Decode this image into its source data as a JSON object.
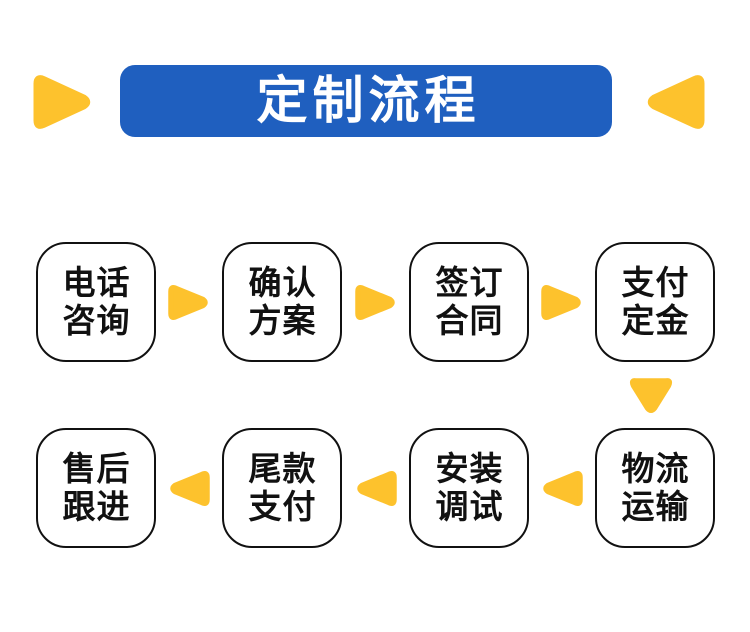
{
  "header": {
    "title": "定制流程",
    "bar_color": "#1f5fbf",
    "title_color": "#ffffff",
    "left_arrow_icon": "triangle-right-icon",
    "right_arrow_icon": "triangle-left-icon"
  },
  "theme": {
    "accent_yellow": "#fdc22d",
    "accent_blue": "#1f5fbf",
    "node_border": "#111111",
    "node_fill": "#ffffff",
    "background": "#ffffff"
  },
  "flow": {
    "direction_top_row": "left-to-right",
    "direction_bottom_row": "right-to-left",
    "step_count": 8,
    "top_row": [
      {
        "index": "1",
        "line1": "电话",
        "line2": "咨询"
      },
      {
        "index": "2",
        "line1": "确认",
        "line2": "方案"
      },
      {
        "index": "3",
        "line1": "签订",
        "line2": "合同"
      },
      {
        "index": "4",
        "line1": "支付",
        "line2": "定金"
      }
    ],
    "bottom_row": [
      {
        "index": "8",
        "line1": "售后",
        "line2": "跟进"
      },
      {
        "index": "7",
        "line1": "尾款",
        "line2": "支付"
      },
      {
        "index": "6",
        "line1": "安装",
        "line2": "调试"
      },
      {
        "index": "5",
        "line1": "物流",
        "line2": "运输"
      }
    ],
    "connectors": {
      "top_icon": "triangle-right-icon",
      "bottom_icon": "triangle-left-icon",
      "vertical_icon": "triangle-down-icon"
    }
  }
}
